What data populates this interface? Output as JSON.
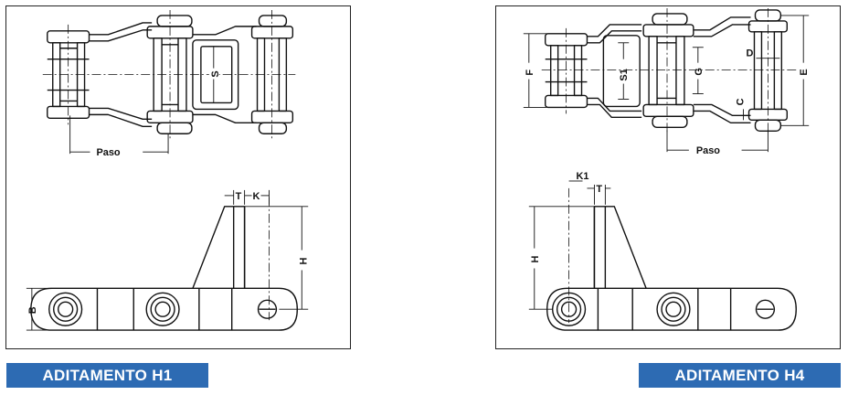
{
  "panels": {
    "h1": {
      "title": "ADITAMENTO H1",
      "labels": {
        "pitch": "Paso",
        "s": "S",
        "t": "T",
        "k": "K",
        "h": "H",
        "b": "B"
      }
    },
    "h4": {
      "title": "ADITAMENTO H4",
      "labels": {
        "pitch": "Paso",
        "f": "F",
        "s1": "S1",
        "g": "G",
        "d": "D",
        "c": "C",
        "e": "E",
        "k1": "K1",
        "t": "T",
        "h": "H"
      }
    }
  },
  "colors": {
    "banner": "#2d6bb3",
    "banner_text": "#ffffff",
    "line": "#111111"
  }
}
